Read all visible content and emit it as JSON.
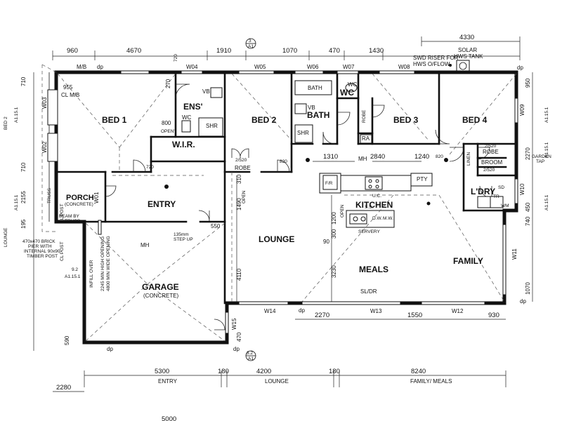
{
  "rooms": {
    "bed1": "BED 1",
    "ensuite": "ENS'",
    "wir": "W.I.R.",
    "bed2": "BED 2",
    "bath": "BATH",
    "wc": "WC",
    "bed3": "BED 3",
    "bed4": "BED 4",
    "porch": "PORCH",
    "porch_sub": "(CONCRETE)",
    "entry": "ENTRY",
    "lounge": "LOUNGE",
    "kitchen": "KITCHEN",
    "meals": "MEALS",
    "family": "FAMILY",
    "laundry": "L'DRY",
    "garage": "GARAGE",
    "garage_sub": "(CONCRETE)"
  },
  "labels": {
    "mb": "M/B",
    "dp": "dp",
    "cl_mb": "CL M/B",
    "vb": "VB",
    "wc": "WC",
    "shr": "SHR",
    "open": "OPEN'",
    "bath": "BATH",
    "robe": "ROBE",
    "ra": "RA",
    "mh": "MH",
    "pty": "PTY",
    "fr": "F/R",
    "linen": "LINEN",
    "broom": "BROOM",
    "tr": "TR",
    "wm": "WM",
    "sd": "SD",
    "ss": "S.S.",
    "dw": "D.W.",
    "mw": "M.W.",
    "uc": "U.C.",
    "servery": "SERVERY",
    "open_v": "OPEN",
    "sldr": "SL/DR",
    "cl_post": "CL POST",
    "truss": "TRUSS",
    "beam_by_truss": "BEAM BY\nTRUSS",
    "brick_pier": "470x470 BRICK\nPIER WITH\nINTERNAL 90x90\nTIMBER POST",
    "step_up": "135mm\nSTEP UP",
    "garage_opening": "2245 MIN HIGH OPENING\n4800 MIN WIDE OPENING",
    "infill_over": "INFILL OVER",
    "swd_riser": "SWD RISER FOR\nHWS O/FLOW",
    "solar_hws": "SOLAR\nHWS TANK",
    "garden_tap": "GARDEN\nTAP",
    "door_720": "720",
    "door_820": "820",
    "door_2_520": "2/520",
    "bed2_side": "BED 2",
    "lounge_side": "LOUNGE"
  },
  "windows": [
    "W04",
    "W05",
    "W06",
    "W07",
    "W08",
    "W03",
    "W02",
    "W01",
    "W09",
    "W10",
    "W11",
    "W12",
    "W13",
    "W14",
    "W15"
  ],
  "dims_top": [
    "960",
    "4670",
    "1910",
    "1070",
    "470",
    "1430",
    "4330"
  ],
  "dims_bottom": [
    "5300",
    "180",
    "4200",
    "180",
    "8240",
    "2280",
    "5000"
  ],
  "dims_bottom_labels": [
    "ENTRY",
    "LOUNGE",
    "FAMILY/ MEALS"
  ],
  "dims_left": [
    "710",
    "710",
    "2155",
    "195",
    "590"
  ],
  "dims_left_codes": [
    "A1.15.1",
    "A1.15.1",
    "9.2",
    "A1.15.1"
  ],
  "dims_right": [
    "950",
    "2270",
    "740",
    "450",
    "1070"
  ],
  "dims_right_codes": [
    "A1.15.1",
    "A1.15.1",
    "A1.15.1"
  ],
  "dims_internal": [
    "955",
    "270",
    "800",
    "1310",
    "2840",
    "1240",
    "310",
    "1490",
    "550",
    "1200",
    "300",
    "3230",
    "90",
    "4110",
    "2270",
    "1550",
    "930",
    "470"
  ],
  "section_markers": [
    "3",
    "3.2",
    "A1"
  ]
}
